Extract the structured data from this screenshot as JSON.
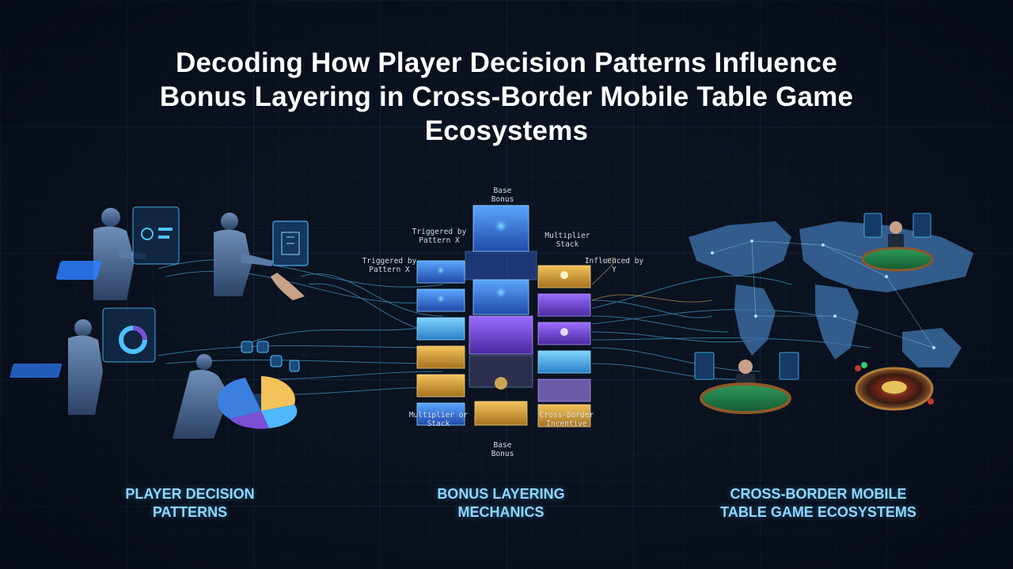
{
  "title": {
    "line1": "Decoding How Player Decision Patterns Influence",
    "line2": "Bonus Layering in Cross-Border Mobile Table Game",
    "line3": "Ecosystems"
  },
  "sections": [
    {
      "line1": "PLAYER DECISION",
      "line2": "PATTERNS"
    },
    {
      "line1": "BONUS LAYERING",
      "line2": "MECHANICS"
    },
    {
      "line1": "CROSS-BORDER MOBILE",
      "line2": "TABLE GAME ECOSYSTEMS"
    }
  ],
  "stack_labels": {
    "base_top": {
      "line1": "Base",
      "line2": "Bonus"
    },
    "triggered_top": {
      "line1": "Triggered by",
      "line2": "Pattern X"
    },
    "multiplier_top": {
      "line1": "Multiplier",
      "line2": "Stack"
    },
    "triggered_left": {
      "line1": "Triggered by",
      "line2": "Pattern X"
    },
    "influenced": {
      "line1": "Influenced by",
      "line2": "Y"
    },
    "multiplier_bottom": {
      "line1": "Multiplier or",
      "line2": "Stack"
    },
    "cross_border": {
      "line1": "Cross-Border",
      "line2": "Incentive"
    },
    "base_bottom": {
      "line1": "Base",
      "line2": "Bonus"
    }
  },
  "colors": {
    "background": "#0b1220",
    "caption": "#8fd6ff",
    "blue_block": "#3c7fe0",
    "purple_block": "#7a4fd6",
    "gold_block": "#d9a640",
    "cyan_block": "#4fb8ff",
    "flow_line": "#4fc3ff"
  }
}
